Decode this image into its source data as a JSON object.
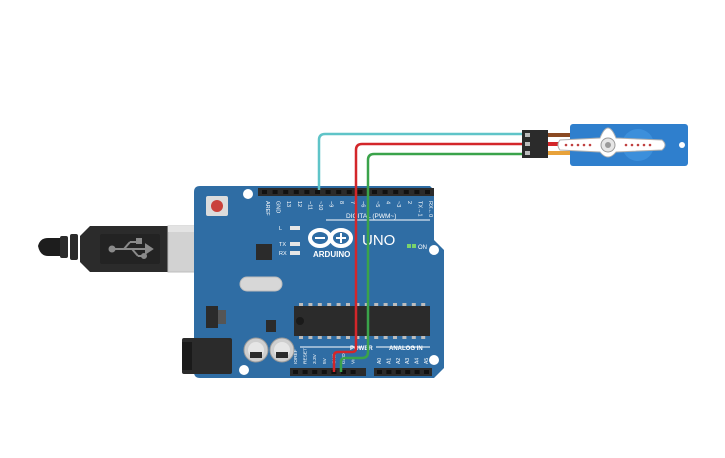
{
  "board": {
    "brand": "ARDUINO",
    "model": "UNO",
    "on_label": "ON",
    "digital_header": "DIGITAL (PWM~)",
    "analog_header": "ANALOG IN",
    "power_header": "POWER",
    "led_labels": [
      "L",
      "TX",
      "RX"
    ],
    "digital_pins": [
      "AREF",
      "GND",
      "13",
      "12",
      "~11",
      "~10",
      "~9",
      "8",
      "7",
      "~6",
      "~5",
      "4",
      "~3",
      "2",
      "TX→1",
      "RX←0"
    ],
    "power_pins": [
      "IOREF",
      "RESET",
      "3.3V",
      "5V",
      "GND",
      "GND",
      "Vin"
    ],
    "analog_pins": [
      "A0",
      "A1",
      "A2",
      "A3",
      "A4",
      "A5"
    ],
    "colors": {
      "board": "#2f6da4",
      "header": "#2b2b2b",
      "silk": "#ffffff"
    }
  },
  "wires": [
    {
      "name": "signal",
      "color": "#5fc4c8"
    },
    {
      "name": "power",
      "color": "#d3262a"
    },
    {
      "name": "ground",
      "color": "#3aa34a"
    }
  ],
  "servo": {
    "colors": {
      "body": "#2f7fcd",
      "horn": "#ffffff",
      "lead_brown": "#8b4a23",
      "lead_red": "#d3262a",
      "lead_orange": "#e8a23a"
    }
  },
  "usb": {
    "colors": {
      "cable": "#2b2b2b",
      "plug": "#cfcfcf"
    }
  }
}
